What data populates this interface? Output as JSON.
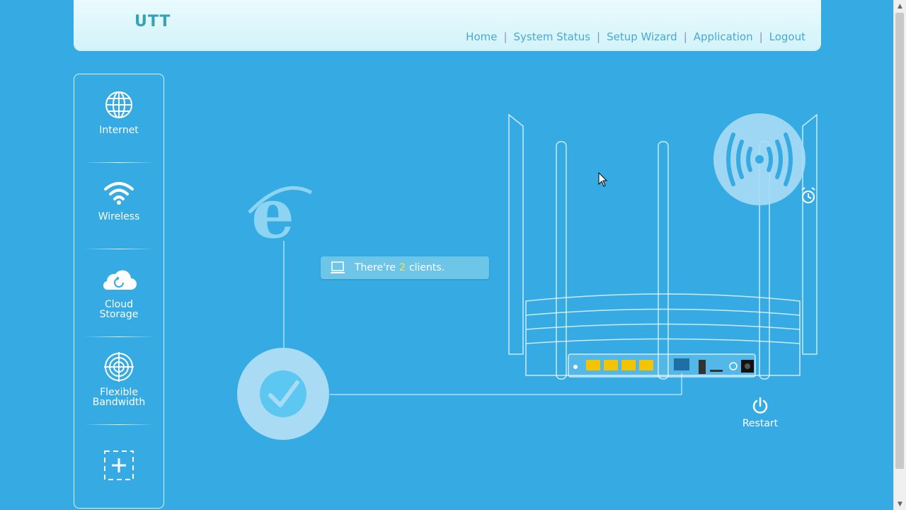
{
  "header": {
    "logo": "UTT",
    "nav": [
      {
        "label": "Home"
      },
      {
        "label": "System Status"
      },
      {
        "label": "Setup Wizard"
      },
      {
        "label": "Application"
      },
      {
        "label": "Logout"
      }
    ]
  },
  "sidebar": {
    "items": [
      {
        "label": "Internet",
        "icon": "globe-icon"
      },
      {
        "label": "Wireless",
        "icon": "wifi-icon"
      },
      {
        "label": "Cloud Storage",
        "icon": "cloud-icon"
      },
      {
        "label": "Flexible Bandwidth",
        "icon": "target-icon"
      },
      {
        "label": "",
        "icon": "add-icon"
      }
    ]
  },
  "main": {
    "clients_prefix": "There're ",
    "clients_count": "2",
    "clients_suffix": " clients.",
    "restart_label": "Restart"
  },
  "colors": {
    "background": "#36abe3",
    "header": "#d2f3f9",
    "nav_text": "#49a7d7",
    "port_yellow": "#f5c400",
    "highlight": "#f7e24a"
  }
}
